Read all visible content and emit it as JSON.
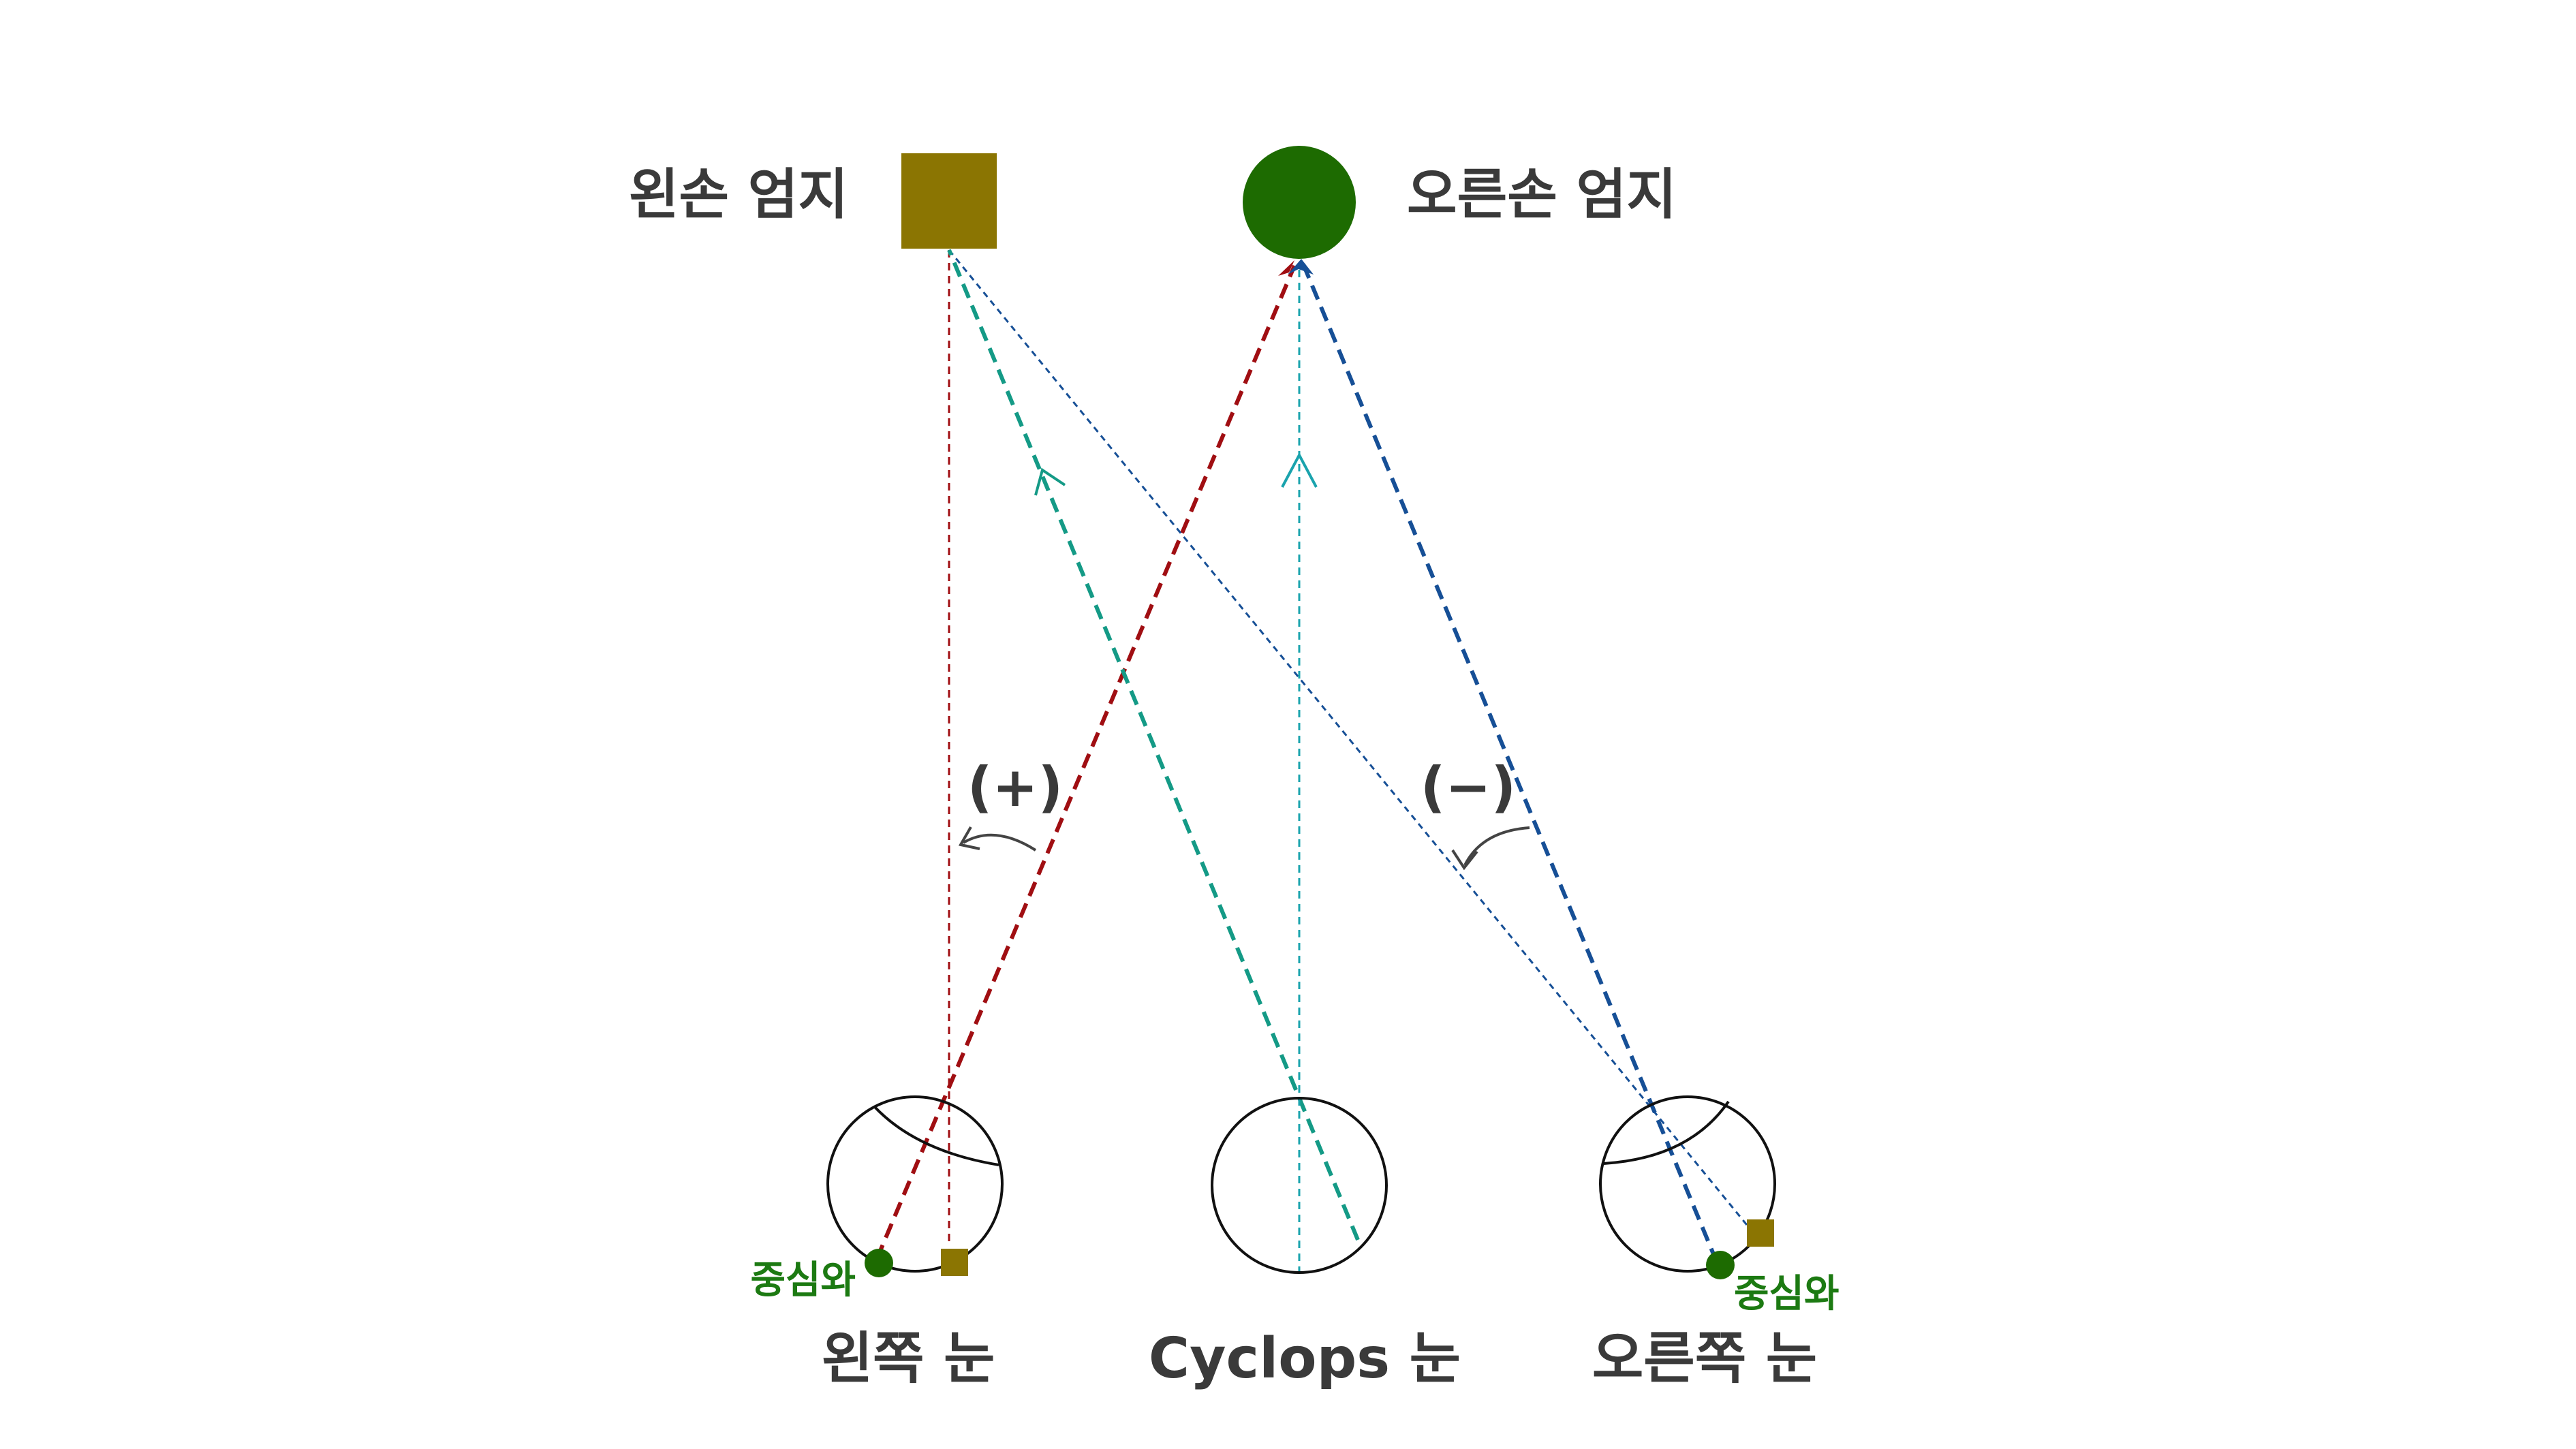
{
  "labels": {
    "left_thumb": "왼손 엄지",
    "right_thumb": "오른손 엄지",
    "left_eye": "왼쪽 눈",
    "cyclops_eye": "Cyclops 눈",
    "right_eye": "오른쪽 눈",
    "fovea_left": "중심와",
    "fovea_right": "중심와",
    "angle_plus": "(+)",
    "angle_minus": "(−)"
  },
  "colors": {
    "left_thumb_square": "#8b7502",
    "right_thumb_circle": "#1d6b01",
    "fovea_dot": "#1d6b01",
    "red_line": "#a00e12",
    "blue_line": "#164f96",
    "teal_line": "#149a86",
    "cyan_line": "#1aa3ad",
    "text": "#3a3a3a",
    "fovea_text": "#1c7a12"
  }
}
